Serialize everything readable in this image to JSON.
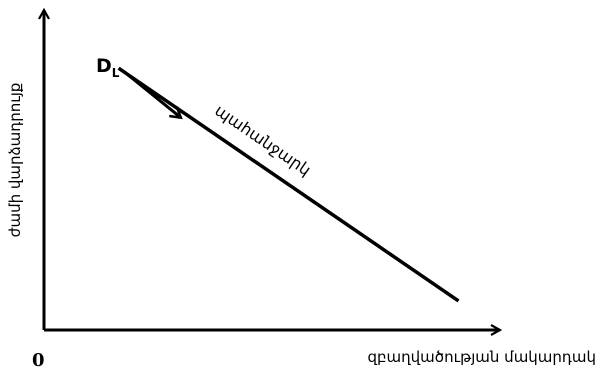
{
  "chart_data": {
    "type": "line",
    "title": "",
    "xlabel": "զբաղվածության մակարդակ",
    "ylabel": "ժամի վարձադրույք",
    "origin_label": "0",
    "series": [
      {
        "name": "D",
        "name_subscript": "L",
        "annotation": "պահանջարկ",
        "x": [
          0.18,
          1.0
        ],
        "y": [
          0.9,
          0.1
        ]
      }
    ],
    "shift_arrow": {
      "direction": "down-right",
      "from": [
        0.2,
        0.88
      ],
      "to": [
        0.33,
        0.73
      ]
    },
    "xlim": [
      0,
      1.1
    ],
    "ylim": [
      0,
      1.1
    ],
    "grid": false,
    "legend": "none",
    "colors": {
      "axis": "#000000",
      "line": "#000000",
      "background": "#ffffff"
    }
  }
}
